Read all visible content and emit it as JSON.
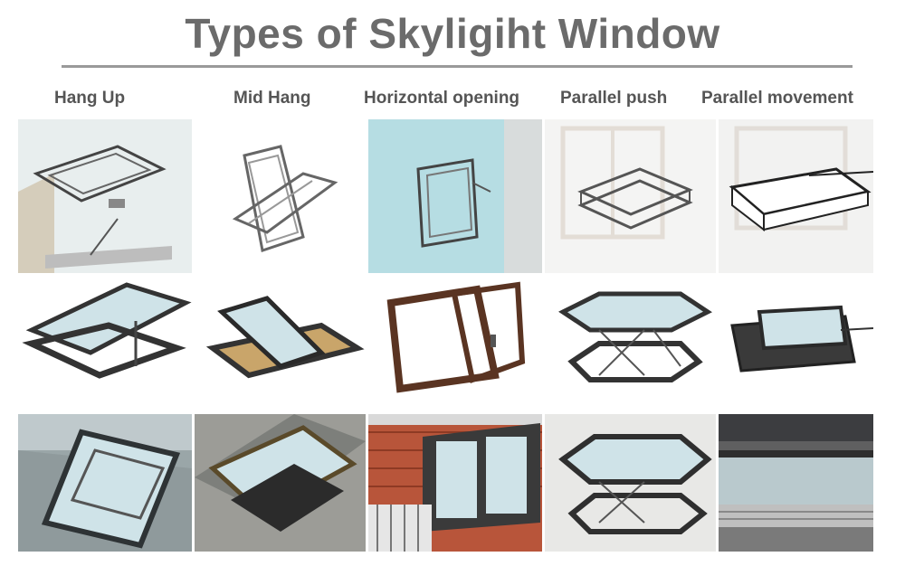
{
  "title": "Types of Skyligiht Window",
  "columns": [
    {
      "label": "Hang Up"
    },
    {
      "label": "Mid Hang"
    },
    {
      "label": "Horizontal opening"
    },
    {
      "label": "Parallel push"
    },
    {
      "label": "Parallel movement"
    }
  ],
  "rows": [
    {
      "kind": "line-drawing"
    },
    {
      "kind": "product-render"
    },
    {
      "kind": "installed-photo"
    }
  ],
  "colors": {
    "title": "#6b6b6b",
    "label": "#555555",
    "rule": "#9a9a9a",
    "frame_dark": "#3a3a3a",
    "frame_brown": "#5a3422",
    "glass": "#cfe3e8",
    "roof_tile": "#b8553a",
    "wood": "#c9a56a"
  }
}
